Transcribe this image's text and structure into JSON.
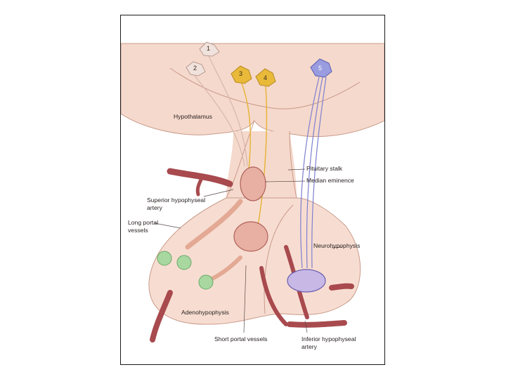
{
  "labels": {
    "hypothalamus": "Hypothalamus",
    "pituitary_stalk": "Pituitary stalk",
    "median_eminence": "Median eminence",
    "superior_line1": "Superior hypophyseal",
    "superior_line2": "artery",
    "long_portal_line1": "Long portal",
    "long_portal_line2": "vessels",
    "neurohypophysis": "Neurohypophysis",
    "adenohypophysis": "Adenohypophysis",
    "short_portal": "Short portal vessels",
    "inferior_line1": "Inferior hypophyseal",
    "inferior_line2": "artery"
  },
  "neurons": [
    "1",
    "2",
    "3",
    "4",
    "5"
  ],
  "colors": {
    "tissue": "#f5d9cc",
    "tissue_edge": "#c99a8a",
    "artery": "#a84a4e",
    "yellow_neuron": "#e9b93a",
    "blue_neuron": "#7d7fd0",
    "gland_cell": "#a8d8a0"
  }
}
